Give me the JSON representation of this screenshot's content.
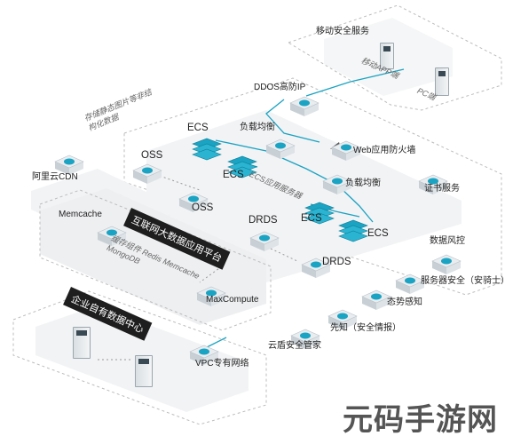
{
  "colors": {
    "accent": "#1aa3c2",
    "node_fill": "#e9edf0",
    "node_side": "#c8d0d6",
    "tag_bg": "#1e1e1e",
    "panel": "#f1f2f4",
    "dash": "#bcbcbc"
  },
  "zones": {
    "mobile": {
      "title": "移动安全服务",
      "mobile_app": "移动APP端",
      "pc": "PC端"
    },
    "edge": {
      "ddos": "DDOS高防IP",
      "waf": "Web应用防火墙",
      "cert": "证书服务",
      "cdn": "阿里云CDN",
      "cdn_note": "存储静态图片等非结构化数据"
    },
    "core": {
      "ecs1": "ECS",
      "slb1": "负载均衡",
      "ecs2": "ECS",
      "cluster_note": "ECS应用服务器",
      "slb2": "负载均衡",
      "oss1": "OSS",
      "oss2": "OSS",
      "drds1": "DRDS",
      "ecs3": "ECS",
      "ecs4": "ECS",
      "drds2": "DRDS"
    },
    "bigdata": {
      "tag": "互联网大数据应用平台",
      "memcache": "Memcache",
      "note": "缓存组件 Redis Memcache MongoDB",
      "maxcompute": "MaxCompute"
    },
    "security": {
      "risk": "数据风控",
      "server_sec": "服务器安全（安骑士）",
      "situation": "态势感知",
      "intel": "先知（安全情报）",
      "manager": "云盾安全管家"
    },
    "enterprise": {
      "tag": "企业自有数据中心",
      "vpc": "VPC专有网络"
    }
  },
  "watermark": "元码手游网"
}
